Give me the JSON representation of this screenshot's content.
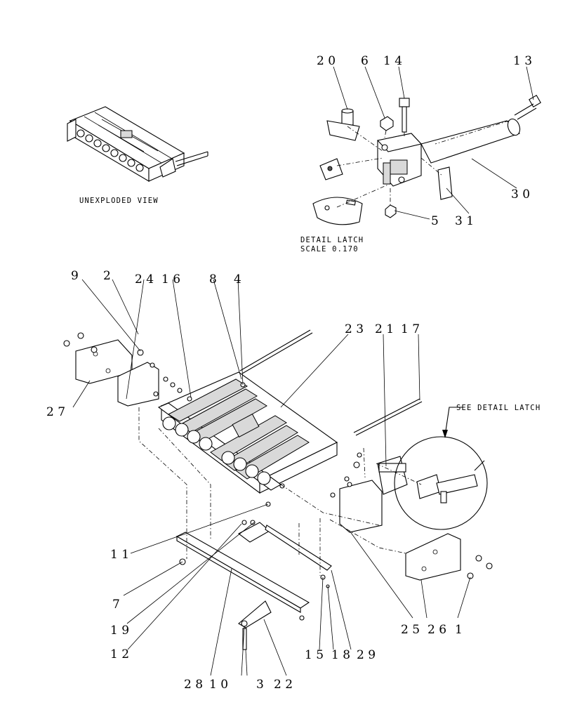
{
  "captions": {
    "unexploded": "UNEXPLODED VIEW",
    "detail_title": "DETAIL LATCH",
    "detail_scale": "SCALE 0.170",
    "see_detail": "SEE DETAIL LATCH"
  },
  "callouts": {
    "c20": "2 0",
    "c6": "6",
    "c14": "1 4",
    "c13": "1 3",
    "c30": "3 0",
    "c5": "5",
    "c31": "3 1",
    "c9": "9",
    "c2": "2",
    "c24": "2 4",
    "c16": "1 6",
    "c8": "8",
    "c4": "4",
    "c23": "2 3",
    "c21": "2 1",
    "c17": "1 7",
    "c27": "2 7",
    "c11": "1 1",
    "c7": "7",
    "c19": "1 9",
    "c12": "1 2",
    "c28": "2 8",
    "c10": "1 0",
    "c3": "3",
    "c22": "2 2",
    "c15": "1 5",
    "c18": "1 8",
    "c29": "2 9",
    "c25": "2 5",
    "c26": "2 6",
    "c1": "1"
  }
}
